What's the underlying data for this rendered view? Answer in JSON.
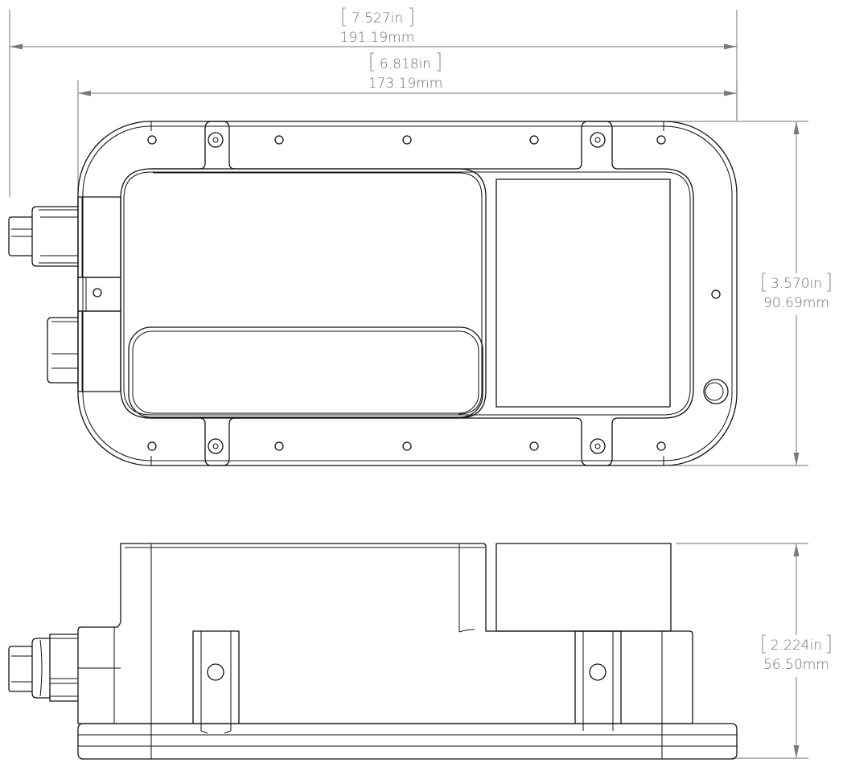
{
  "drawing": {
    "type": "mechanical-engineering-drawing",
    "views": [
      "top-view",
      "front-view"
    ],
    "line_color": "#111111",
    "dimension_color": "#8c8c8c"
  },
  "dimensions": {
    "overall_width": {
      "inch": "7.527in",
      "mm": "191.19mm"
    },
    "body_width": {
      "inch": "6.818in",
      "mm": "173.19mm"
    },
    "body_depth": {
      "inch": "3.570in",
      "mm": "90.69mm"
    },
    "height": {
      "inch": "2.224in",
      "mm": "56.50mm"
    }
  }
}
